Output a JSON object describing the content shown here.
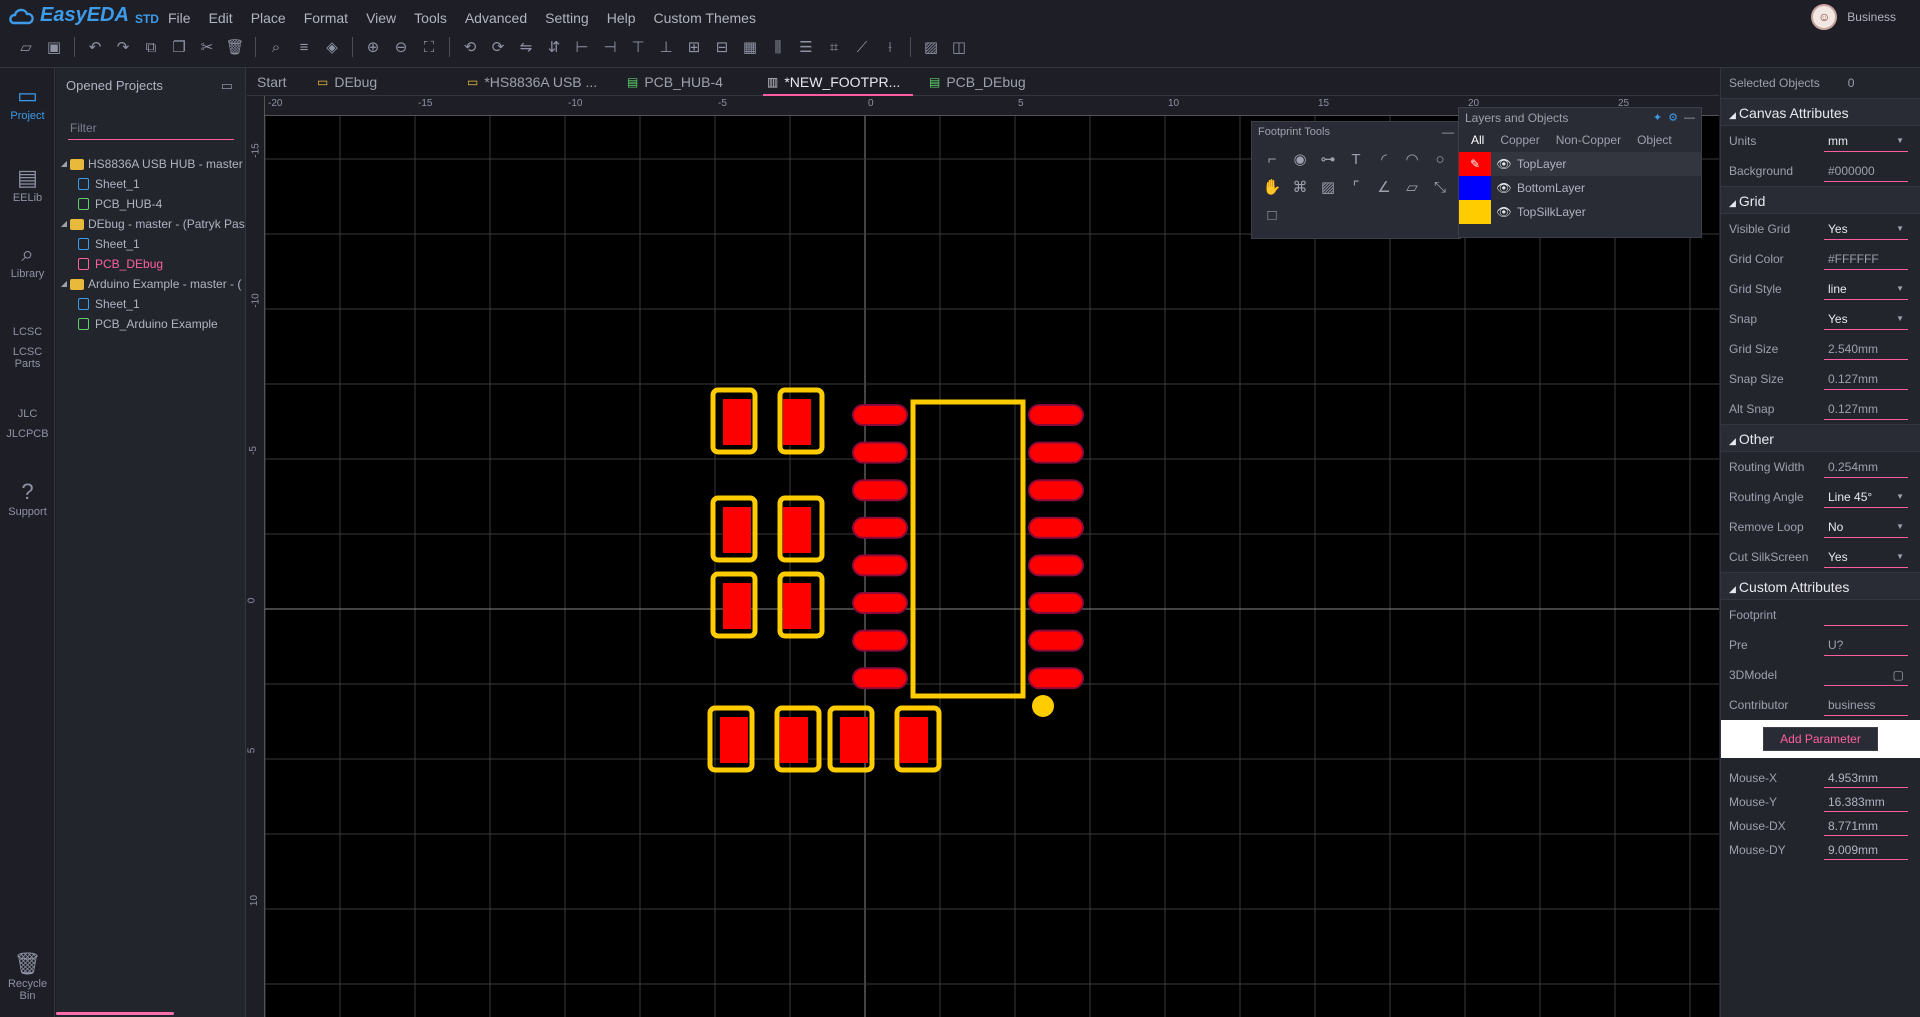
{
  "app": {
    "logo_text": "EasyEDA",
    "logo_suffix": "STD",
    "menu": [
      "File",
      "Edit",
      "Place",
      "Format",
      "View",
      "Tools",
      "Advanced",
      "Setting",
      "Help",
      "Custom Themes"
    ],
    "user": {
      "name": "Business"
    }
  },
  "toolbar": {
    "icons": [
      "open-icon",
      "save-icon",
      "undo-icon",
      "redo-icon",
      "duplicate-icon",
      "copy-icon",
      "cut-icon",
      "delete-icon",
      "search-icon",
      "filter-icon",
      "erase-icon",
      "zoom-in-icon",
      "zoom-out-icon",
      "fit-icon",
      "rotate-left-icon",
      "rotate-right-icon",
      "flip-horizontal-icon",
      "flip-vertical-icon",
      "align-left-icon",
      "align-right-icon",
      "align-top-icon",
      "align-bottom-icon",
      "align-center-h-icon",
      "align-center-v-icon",
      "grid-align-icon",
      "distribute-h-icon",
      "distribute-v-icon",
      "group-icon",
      "dimension-icon",
      "measure-icon",
      "export-image-icon",
      "layers-icon"
    ]
  },
  "rail": [
    {
      "id": "project",
      "label": "Project",
      "icon": "folder-icon",
      "active": true
    },
    {
      "id": "eelib",
      "label": "EELib",
      "icon": "chip-icon"
    },
    {
      "id": "library",
      "label": "Library",
      "icon": "search-icon"
    },
    {
      "id": "lcsc",
      "label": "LCSC Parts",
      "icon": "lcsc-icon"
    },
    {
      "id": "jlcpcb",
      "label": "JLCPCB",
      "icon": "jlc-icon"
    },
    {
      "id": "support",
      "label": "Support",
      "icon": "help-icon"
    },
    {
      "id": "recycle",
      "label": "Recycle Bin",
      "icon": "trash-icon"
    }
  ],
  "project_panel": {
    "title": "Opened Projects",
    "filter_placeholder": "Filter",
    "tree": [
      {
        "type": "folder",
        "label": "HS8836A USB HUB - master",
        "level": 0
      },
      {
        "type": "sch",
        "label": "Sheet_1",
        "level": 1
      },
      {
        "type": "pcb",
        "label": "PCB_HUB-4",
        "level": 1
      },
      {
        "type": "folder",
        "label": "DEbug - master - (Patryk Pas",
        "level": 0
      },
      {
        "type": "sch",
        "label": "Sheet_1",
        "level": 1
      },
      {
        "type": "pcb-active",
        "label": "PCB_DEbug",
        "level": 1
      },
      {
        "type": "folder",
        "label": "Arduino Example - master - (",
        "level": 0
      },
      {
        "type": "sch",
        "label": "Sheet_1",
        "level": 1
      },
      {
        "type": "pcb",
        "label": "PCB_Arduino Example",
        "level": 1
      }
    ]
  },
  "tabs": [
    {
      "label": "Start",
      "icon": ""
    },
    {
      "label": "DEbug",
      "icon": "folder"
    },
    {
      "label": "*HS8836A USB ...",
      "icon": "folder"
    },
    {
      "label": "PCB_HUB-4",
      "icon": "pcb"
    },
    {
      "label": "*NEW_FOOTPR...",
      "icon": "footprint",
      "active": true
    },
    {
      "label": "PCB_DEbug",
      "icon": "pcb"
    }
  ],
  "ruler": {
    "top": [
      "-20",
      "-15",
      "-10",
      "-5",
      "0",
      "5",
      "10",
      "15",
      "20",
      "25"
    ],
    "left": [
      "-15",
      "-10",
      "-5",
      "0",
      "5",
      "10"
    ]
  },
  "footprint_tools": {
    "title": "Footprint Tools",
    "min": "—",
    "tools": [
      "track-icon",
      "pad-icon",
      "via-icon",
      "text-icon",
      "arc-icon",
      "arc2-icon",
      "circle-icon",
      "pan-icon",
      "hole-icon",
      "image-icon",
      "corner-icon",
      "angle-icon",
      "solid-region-icon",
      "connect-icon",
      "rect-icon"
    ]
  },
  "layers_panel": {
    "title": "Layers and Objects",
    "tabs": [
      "All",
      "Copper",
      "Non-Copper",
      "Object"
    ],
    "active_tab": "All",
    "layers": [
      {
        "name": "TopLayer",
        "color": "#ff0000",
        "active": true
      },
      {
        "name": "BottomLayer",
        "color": "#0000ff"
      },
      {
        "name": "TopSilkLayer",
        "color": "#ffcc00"
      }
    ]
  },
  "props": {
    "selected_label": "Selected Objects",
    "selected_count": "0",
    "canvas_title": "Canvas Attributes",
    "canvas": [
      {
        "label": "Units",
        "value": "mm",
        "select": true
      },
      {
        "label": "Background",
        "value": "#000000"
      }
    ],
    "grid_title": "Grid",
    "grid": [
      {
        "label": "Visible Grid",
        "value": "Yes",
        "select": true
      },
      {
        "label": "Grid Color",
        "value": "#FFFFFF"
      },
      {
        "label": "Grid Style",
        "value": "line",
        "select": true
      },
      {
        "label": "Snap",
        "value": "Yes",
        "select": true
      },
      {
        "label": "Grid Size",
        "value": "2.540mm"
      },
      {
        "label": "Snap Size",
        "value": "0.127mm"
      },
      {
        "label": "Alt Snap",
        "value": "0.127mm"
      }
    ],
    "other_title": "Other",
    "other": [
      {
        "label": "Routing Width",
        "value": "0.254mm"
      },
      {
        "label": "Routing Angle",
        "value": "Line 45°",
        "select": true
      },
      {
        "label": "Remove Loop",
        "value": "No",
        "select": true
      },
      {
        "label": "Cut SilkScreen",
        "value": "Yes",
        "select": true
      }
    ],
    "custom_title": "Custom Attributes",
    "custom": [
      {
        "label": "Footprint",
        "value": ""
      },
      {
        "label": "Pre",
        "value": "U?"
      },
      {
        "label": "3DModel",
        "value": ""
      },
      {
        "label": "Contributor",
        "value": "business"
      }
    ],
    "add_param": "Add Parameter",
    "mouse": [
      {
        "label": "Mouse-X",
        "value": "4.953mm"
      },
      {
        "label": "Mouse-Y",
        "value": "16.383mm"
      },
      {
        "label": "Mouse-DX",
        "value": "8.771mm"
      },
      {
        "label": "Mouse-DY",
        "value": "9.009mm"
      }
    ]
  },
  "colors": {
    "pad": "#ff0000",
    "silk": "#ffcc00",
    "pad_outline": "#8a0a3a",
    "accent": "#ff5fa2",
    "brand": "#3d9be9"
  }
}
